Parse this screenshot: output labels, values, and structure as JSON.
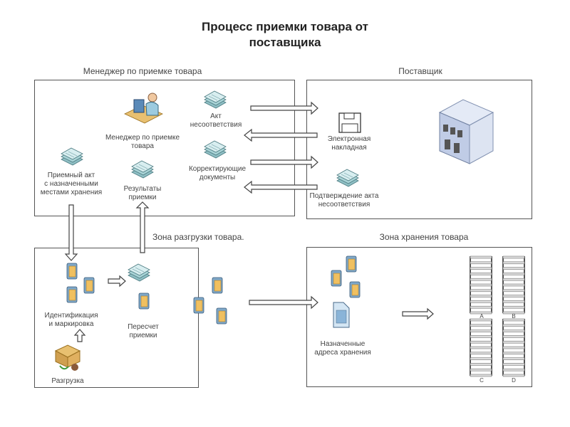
{
  "title": {
    "line1": "Процесс приемки товара от",
    "line2": "поставщика"
  },
  "zones": {
    "manager": "Менеджер по приемке товара",
    "supplier": "Поставщик",
    "unloading": "Зона разгрузки товара.",
    "storage": "Зона хранения товара"
  },
  "labels": {
    "act_mismatch": [
      "Акт",
      "несоответствия"
    ],
    "manager_person": [
      "Менеджер по приемке",
      "товара"
    ],
    "correcting_docs": [
      "Корректирующие",
      "документы"
    ],
    "acceptance_act": [
      "Приемный акт",
      "с назначенными",
      "местами хранения"
    ],
    "results": [
      "Результаты",
      "приемки"
    ],
    "e_invoice": [
      "Электронная",
      "накладная"
    ],
    "confirmation": [
      "Подтверждение акта",
      "несоответствия"
    ],
    "identification": [
      "Идентификация",
      "и маркировка"
    ],
    "recount": [
      "Пересчет",
      "приемки"
    ],
    "unloading": "Разгрузка",
    "addresses": [
      "Назначенные",
      "адреса хранения"
    ],
    "racks": [
      "A",
      "B",
      "C",
      "D"
    ]
  },
  "colors": {
    "doc": "#9cc8cc",
    "box": "#f0c060",
    "building": "#c8d4ea",
    "border": "#555555"
  }
}
